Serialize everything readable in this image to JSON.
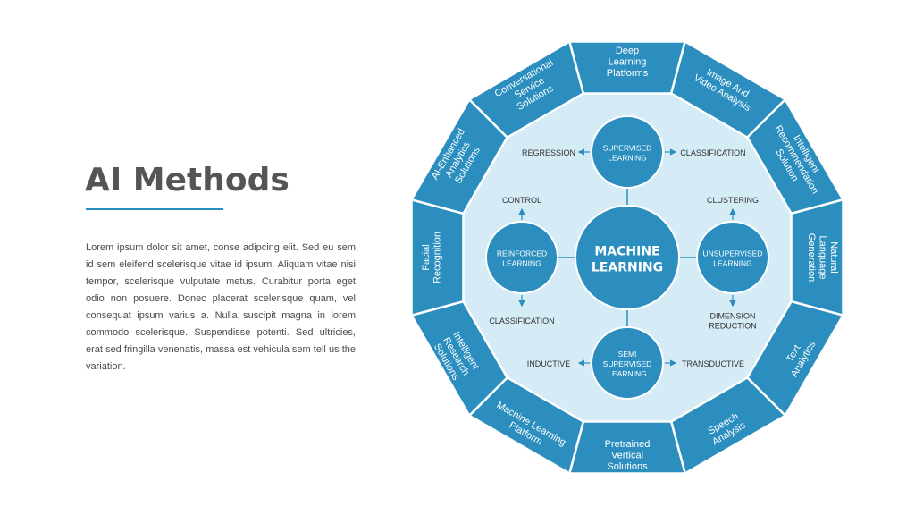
{
  "title": "AI Methods",
  "body_text": "Lorem ipsum dolor sit amet, conse adipcing elit. Sed eu sem id sem eleifend scelerisque vitae id ipsum. Aliquam vitae nisi tempor, scelerisque vulputate metus. Curabitur porta eget odio non posuere. Donec placerat scelerisque quam, vel consequat ipsum varius a. Nulla suscipit magna in lorem commodo scelerisque. Suspendisse potenti. Sed ultricies, erat sed fringilla venenatis, massa est vehicula sem tell us the variation.",
  "colors": {
    "primary": "#2a8fc1",
    "segment": "#2b8ebf",
    "inner_fill": "#d5ecf6",
    "text_dark": "#555555"
  },
  "diagram": {
    "center": {
      "lines": [
        "MACHINE",
        "LEARNING"
      ]
    },
    "segments": [
      {
        "lines": [
          "Deep",
          "Learning",
          "Platforms"
        ]
      },
      {
        "lines": [
          "Image And",
          "Video Analysis"
        ]
      },
      {
        "lines": [
          "Intelligent",
          "Recommendation",
          "Solution"
        ]
      },
      {
        "lines": [
          "Natural",
          "Language",
          "Generation"
        ]
      },
      {
        "lines": [
          "Text",
          "Analytics"
        ]
      },
      {
        "lines": [
          "Speech",
          "Analysis"
        ]
      },
      {
        "lines": [
          "Pretrained",
          "Vertical",
          "Solutions"
        ]
      },
      {
        "lines": [
          "Machine Learning",
          "Platform"
        ]
      },
      {
        "lines": [
          "Intelligent",
          "Research",
          "Solutions"
        ]
      },
      {
        "lines": [
          "Facial",
          "Recognition"
        ]
      },
      {
        "lines": [
          "AI-Enhanced",
          "Analytics",
          "Solutions"
        ]
      },
      {
        "lines": [
          "Conversational",
          "Service",
          "Solutions"
        ]
      }
    ],
    "branches": [
      {
        "lines": [
          "SUPERVISED",
          "LEARNING"
        ],
        "left": [
          "REGRESSION"
        ],
        "right": [
          "CLASSIFICATION"
        ]
      },
      {
        "lines": [
          "UNSUPERVISED",
          "LEARNING"
        ],
        "top": [
          "CLUSTERING"
        ],
        "bottom": [
          "DIMENSION",
          "REDUCTION"
        ]
      },
      {
        "lines": [
          "SEMI",
          "SUPERVISED",
          "LEARNING"
        ],
        "left": [
          "INDUCTIVE"
        ],
        "right": [
          "TRANSDUCTIVE"
        ]
      },
      {
        "lines": [
          "REINFORCED",
          "LEARNING"
        ],
        "top": [
          "CONTROL"
        ],
        "bottom": [
          "CLASSIFICATION"
        ]
      }
    ]
  }
}
